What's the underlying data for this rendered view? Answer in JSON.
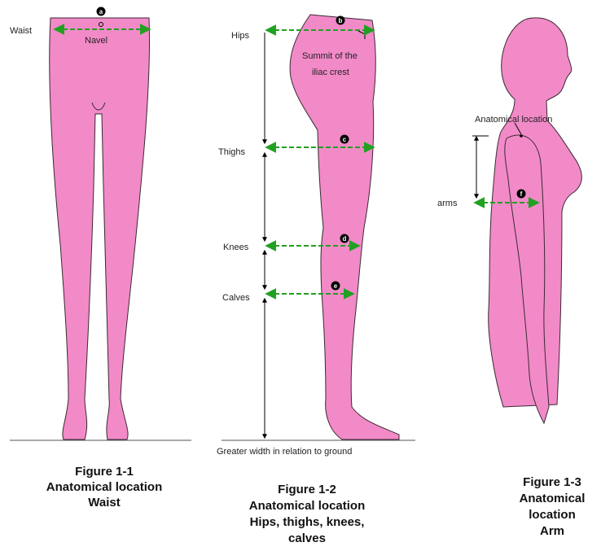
{
  "colors": {
    "skin": "#f28ac8",
    "outline": "#3a2a33",
    "measure": "#22a022",
    "ink": "#000000"
  },
  "figure1": {
    "labels": {
      "waist": "Waist",
      "navel": "Navel"
    },
    "badge": "a",
    "caption": [
      "Figure 1-1",
      "Anatomical location",
      "Waist"
    ]
  },
  "figure2": {
    "labels": {
      "hips": "Hips",
      "thighs": "Thighs",
      "knees": "Knees",
      "calves": "Calves",
      "iliac_line1": "Summit of the",
      "iliac_line2": "iliac crest",
      "ground": "Greater width in relation to ground"
    },
    "badges": {
      "hips": "b",
      "thighs": "c",
      "knees": "d",
      "calves": "e"
    },
    "caption": [
      "Figure 1-2",
      "Anatomical location",
      "Hips, thighs, knees,",
      "calves"
    ]
  },
  "figure3": {
    "labels": {
      "anatomical": "Anatomical location",
      "arms": "arms"
    },
    "badge": "f",
    "caption": [
      "Figure 1-3",
      "Anatomical",
      "location",
      "Arm"
    ]
  }
}
